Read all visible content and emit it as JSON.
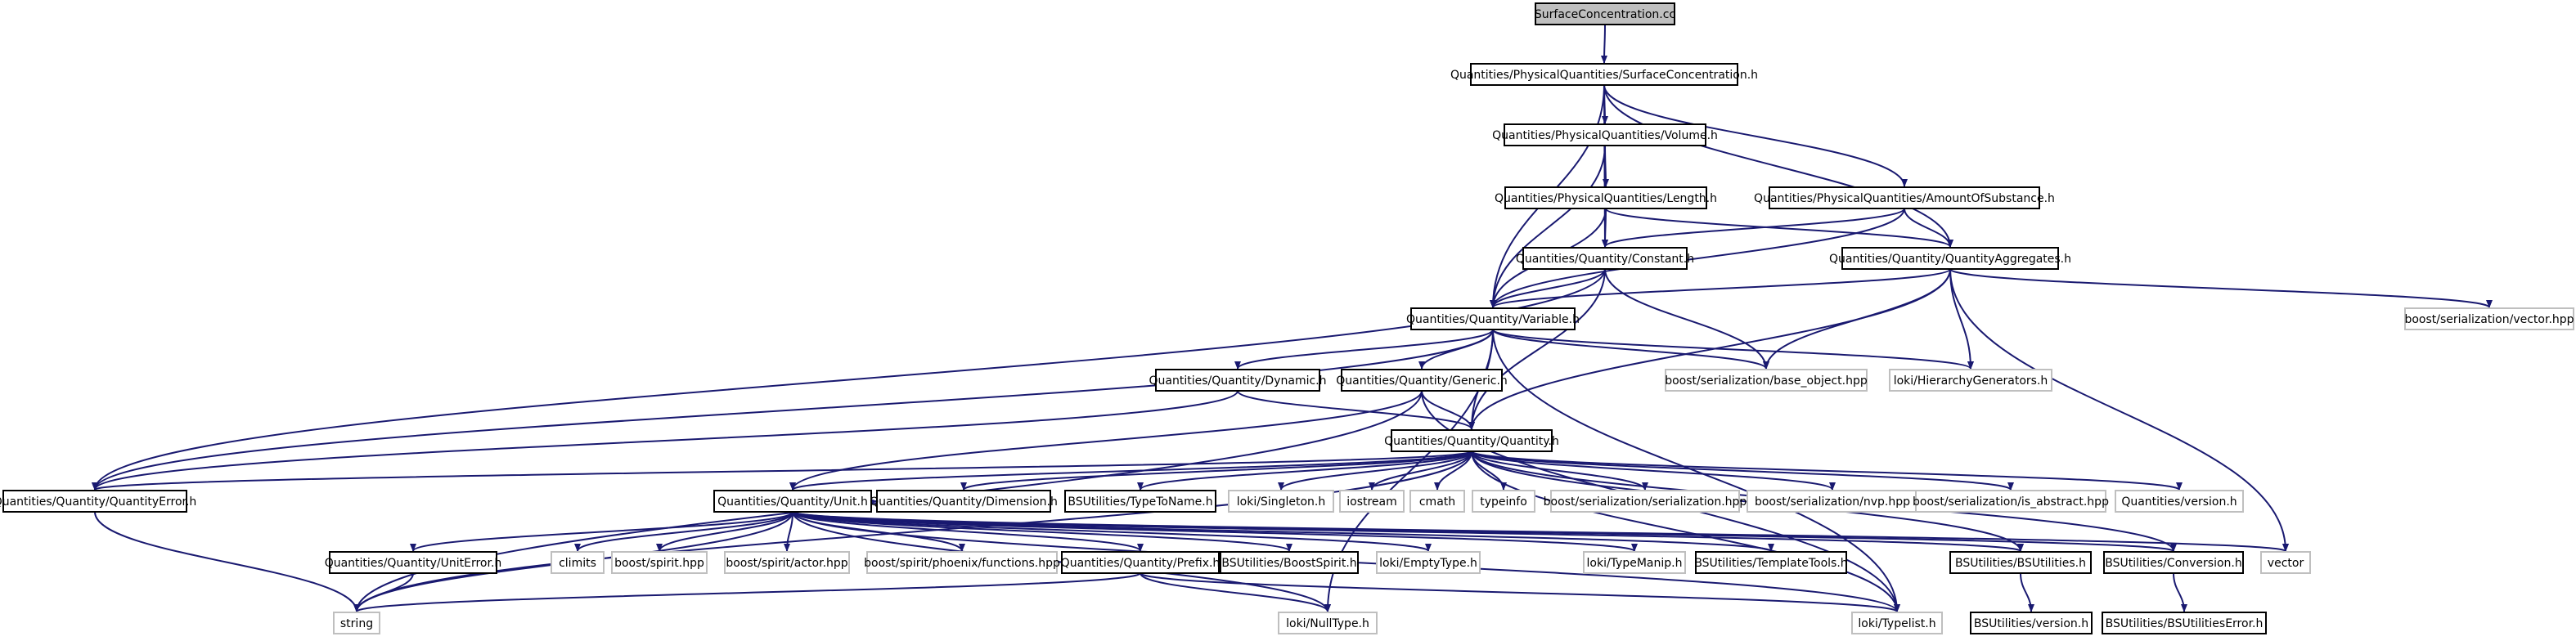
{
  "diagram": {
    "colors": {
      "edge": "#191970",
      "documented_border": "#000000",
      "external_border": "#bfbfbf",
      "root_fill": "#bfbfbf"
    },
    "nodes": [
      {
        "id": "n0",
        "label": "SurfaceConcentration.cc",
        "kind": "root"
      },
      {
        "id": "n1",
        "label": "Quantities/PhysicalQuantities/SurfaceConcentration.h",
        "kind": "documented"
      },
      {
        "id": "n2",
        "label": "Quantities/PhysicalQuantities/Volume.h",
        "kind": "documented"
      },
      {
        "id": "n3",
        "label": "Quantities/PhysicalQuantities/AmountOfSubstance.h",
        "kind": "documented"
      },
      {
        "id": "n4",
        "label": "Quantities/PhysicalQuantities/Length.h",
        "kind": "documented"
      },
      {
        "id": "n5",
        "label": "Quantities/Quantity/Constant.h",
        "kind": "documented"
      },
      {
        "id": "n6",
        "label": "Quantities/Quantity/QuantityAggregates.h",
        "kind": "documented"
      },
      {
        "id": "n7",
        "label": "Quantities/Quantity/Variable.h",
        "kind": "documented"
      },
      {
        "id": "n8",
        "label": "boost/serialization/vector.hpp",
        "kind": "external"
      },
      {
        "id": "n9",
        "label": "Quantities/Quantity/Dynamic.h",
        "kind": "documented"
      },
      {
        "id": "n10",
        "label": "Quantities/Quantity/Generic.h",
        "kind": "documented"
      },
      {
        "id": "n11",
        "label": "boost/serialization/base_object.hpp",
        "kind": "external"
      },
      {
        "id": "n12",
        "label": "loki/HierarchyGenerators.h",
        "kind": "external"
      },
      {
        "id": "n13",
        "label": "Quantities/Quantity/Quantity.h",
        "kind": "documented"
      },
      {
        "id": "n14",
        "label": "Quantities/Quantity/QuantityError.h",
        "kind": "documented"
      },
      {
        "id": "n15",
        "label": "Quantities/Quantity/Unit.h",
        "kind": "documented"
      },
      {
        "id": "n16",
        "label": "Quantities/Quantity/Dimension.h",
        "kind": "documented"
      },
      {
        "id": "n17",
        "label": "BSUtilities/TypeToName.h",
        "kind": "documented"
      },
      {
        "id": "n18",
        "label": "loki/Singleton.h",
        "kind": "external"
      },
      {
        "id": "n19",
        "label": "iostream",
        "kind": "external"
      },
      {
        "id": "n20",
        "label": "cmath",
        "kind": "external"
      },
      {
        "id": "n21",
        "label": "typeinfo",
        "kind": "external"
      },
      {
        "id": "n22",
        "label": "boost/serialization/serialization.hpp",
        "kind": "external"
      },
      {
        "id": "n23",
        "label": "boost/serialization/nvp.hpp",
        "kind": "external"
      },
      {
        "id": "n24",
        "label": "boost/serialization/is_abstract.hpp",
        "kind": "external"
      },
      {
        "id": "n25",
        "label": "Quantities/version.h",
        "kind": "external"
      },
      {
        "id": "n26",
        "label": "Quantities/Quantity/UnitError.h",
        "kind": "documented"
      },
      {
        "id": "n27",
        "label": "climits",
        "kind": "external"
      },
      {
        "id": "n28",
        "label": "boost/spirit.hpp",
        "kind": "external"
      },
      {
        "id": "n29",
        "label": "boost/spirit/actor.hpp",
        "kind": "external"
      },
      {
        "id": "n30",
        "label": "boost/spirit/phoenix/functions.hpp",
        "kind": "external"
      },
      {
        "id": "n31",
        "label": "Quantities/Quantity/Prefix.h",
        "kind": "documented"
      },
      {
        "id": "n32",
        "label": "BSUtilities/BoostSpirit.h",
        "kind": "documented"
      },
      {
        "id": "n33",
        "label": "loki/EmptyType.h",
        "kind": "external"
      },
      {
        "id": "n34",
        "label": "loki/TypeManip.h",
        "kind": "external"
      },
      {
        "id": "n35",
        "label": "BSUtilities/TemplateTools.h",
        "kind": "documented"
      },
      {
        "id": "n36",
        "label": "BSUtilities/BSUtilities.h",
        "kind": "documented"
      },
      {
        "id": "n37",
        "label": "BSUtilities/Conversion.h",
        "kind": "documented"
      },
      {
        "id": "n38",
        "label": "vector",
        "kind": "external"
      },
      {
        "id": "n39",
        "label": "string",
        "kind": "external"
      },
      {
        "id": "n40",
        "label": "loki/NullType.h",
        "kind": "external"
      },
      {
        "id": "n41",
        "label": "loki/Typelist.h",
        "kind": "external"
      },
      {
        "id": "n42",
        "label": "BSUtilities/version.h",
        "kind": "documented"
      },
      {
        "id": "n43",
        "label": "BSUtilities/BSUtilitiesError.h",
        "kind": "documented"
      }
    ]
  }
}
